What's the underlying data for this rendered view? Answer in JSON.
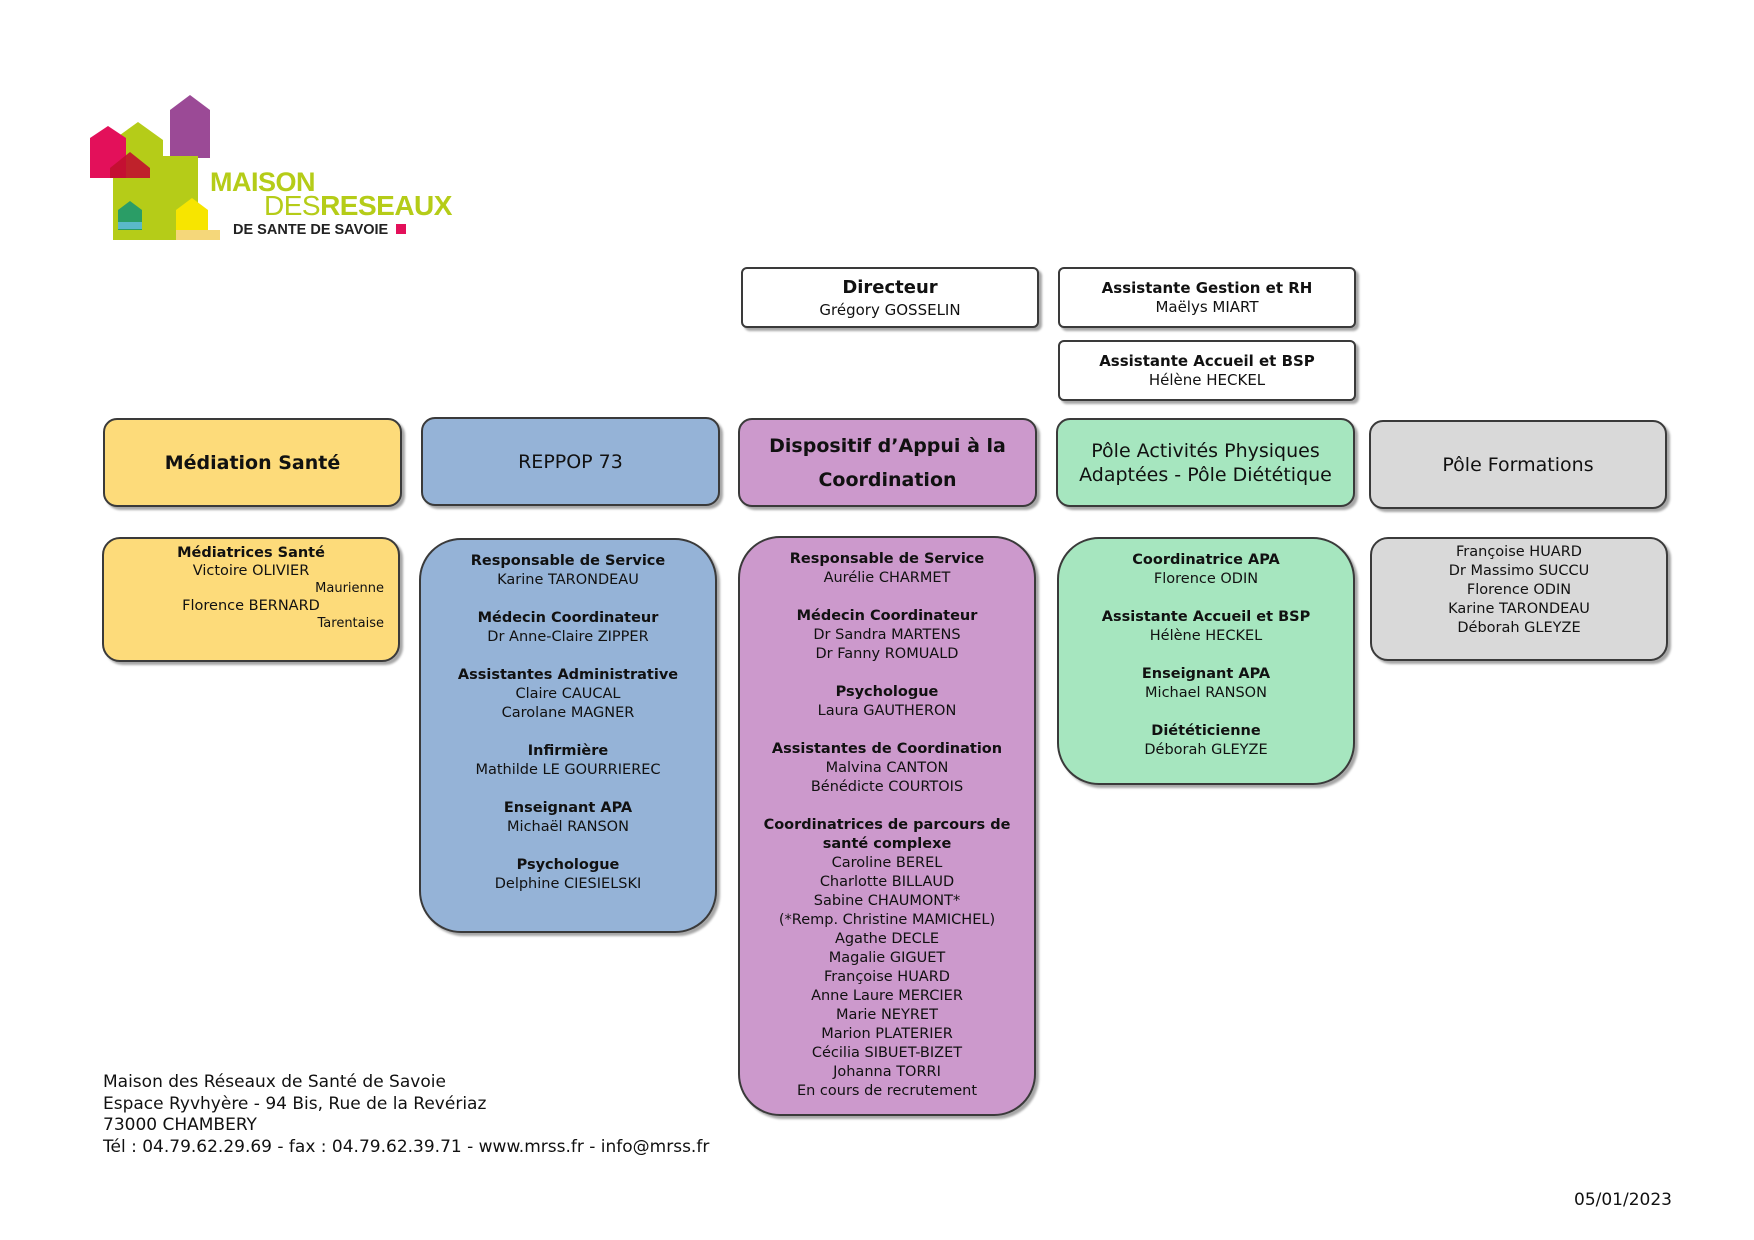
{
  "logo": {
    "line1": "MAISON",
    "line2a": "DES",
    "line2b": "RESEAUX",
    "line3": "DE SANTE DE SAVOIE"
  },
  "top": {
    "director": {
      "role": "Directeur",
      "name": "Grégory GOSSELIN"
    },
    "assistant_rh": {
      "role": "Assistante Gestion et RH",
      "name": "Maëlys MIART"
    },
    "assistant_bsp": {
      "role": "Assistante Accueil et BSP",
      "name": "Hélène HECKEL"
    }
  },
  "headers": {
    "mediation": "Médiation Santé",
    "reppop": "REPPOP 73",
    "dac_line1": "Dispositif d’Appui à la",
    "dac_line2": "Coordination",
    "apa_line1": "Pôle Activités Physiques",
    "apa_line2": "Adaptées  - Pôle Diététique",
    "formations": "Pôle Formations"
  },
  "mediation": {
    "role": "Médiatrices Santé",
    "members": [
      {
        "name": "Victoire OLIVIER",
        "place": "Maurienne"
      },
      {
        "name": "Florence BERNARD",
        "place": "Tarentaise"
      }
    ]
  },
  "reppop": [
    {
      "role": "Responsable de Service",
      "names": [
        "Karine TARONDEAU"
      ]
    },
    {
      "role": "Médecin Coordinateur",
      "names": [
        "Dr Anne-Claire ZIPPER"
      ]
    },
    {
      "role": "Assistantes Administrative",
      "names": [
        "Claire CAUCAL",
        "Carolane MAGNER"
      ]
    },
    {
      "role": "Infirmière",
      "names": [
        "Mathilde LE GOURRIEREC"
      ]
    },
    {
      "role": "Enseignant APA",
      "names": [
        "Michaël RANSON"
      ]
    },
    {
      "role": "Psychologue",
      "names": [
        "Delphine CIESIELSKI"
      ]
    }
  ],
  "dac": [
    {
      "role": "Responsable de Service",
      "names": [
        "Aurélie CHARMET"
      ]
    },
    {
      "role": "Médecin Coordinateur",
      "names": [
        "Dr Sandra MARTENS",
        "Dr Fanny ROMUALD"
      ]
    },
    {
      "role": "Psychologue",
      "names": [
        "Laura GAUTHERON"
      ]
    },
    {
      "role": "Assistantes de Coordination",
      "names": [
        "Malvina CANTON",
        "Bénédicte COURTOIS"
      ]
    },
    {
      "role": "Coordinatrices de parcours de santé complexe",
      "names": [
        "Caroline BEREL",
        "Charlotte BILLAUD",
        "Sabine CHAUMONT*",
        "(*Remp. Christine MAMICHEL)",
        "Agathe DECLE",
        "Magalie GIGUET",
        "Françoise HUARD",
        "Anne Laure MERCIER",
        "Marie NEYRET",
        "Marion PLATERIER",
        "Cécilia SIBUET-BIZET",
        "Johanna TORRI",
        "En cours de recrutement"
      ]
    }
  ],
  "apa": [
    {
      "role": "Coordinatrice APA",
      "names": [
        "Florence ODIN"
      ]
    },
    {
      "role": "Assistante Accueil et BSP",
      "names": [
        "Hélène HECKEL"
      ]
    },
    {
      "role": "Enseignant APA",
      "names": [
        "Michael RANSON"
      ]
    },
    {
      "role": "Diététicienne",
      "names": [
        "Déborah GLEYZE"
      ]
    }
  ],
  "formations": [
    "Françoise HUARD",
    "Dr Massimo SUCCU",
    "Florence ODIN",
    "Karine TARONDEAU",
    "Déborah GLEYZE"
  ],
  "footer": {
    "line1": "Maison des Réseaux de Santé de Savoie",
    "line2": "Espace Ryvhyère - 94 Bis, Rue de la Revériaz",
    "line3": "73000 CHAMBERY",
    "line4": "Tél : 04.79.62.29.69 - fax : 04.79.62.39.71 - www.mrss.fr - info@mrss.fr"
  },
  "date": "05/01/2023",
  "colors": {
    "yellow": "#fddb7a",
    "blue": "#95b3d7",
    "purple": "#cc99cc",
    "green": "#a6e6bf",
    "grey": "#d9d9d9",
    "logo_green": "#b5cc18",
    "logo_purple": "#9b4a96",
    "logo_pink": "#e3105a"
  }
}
